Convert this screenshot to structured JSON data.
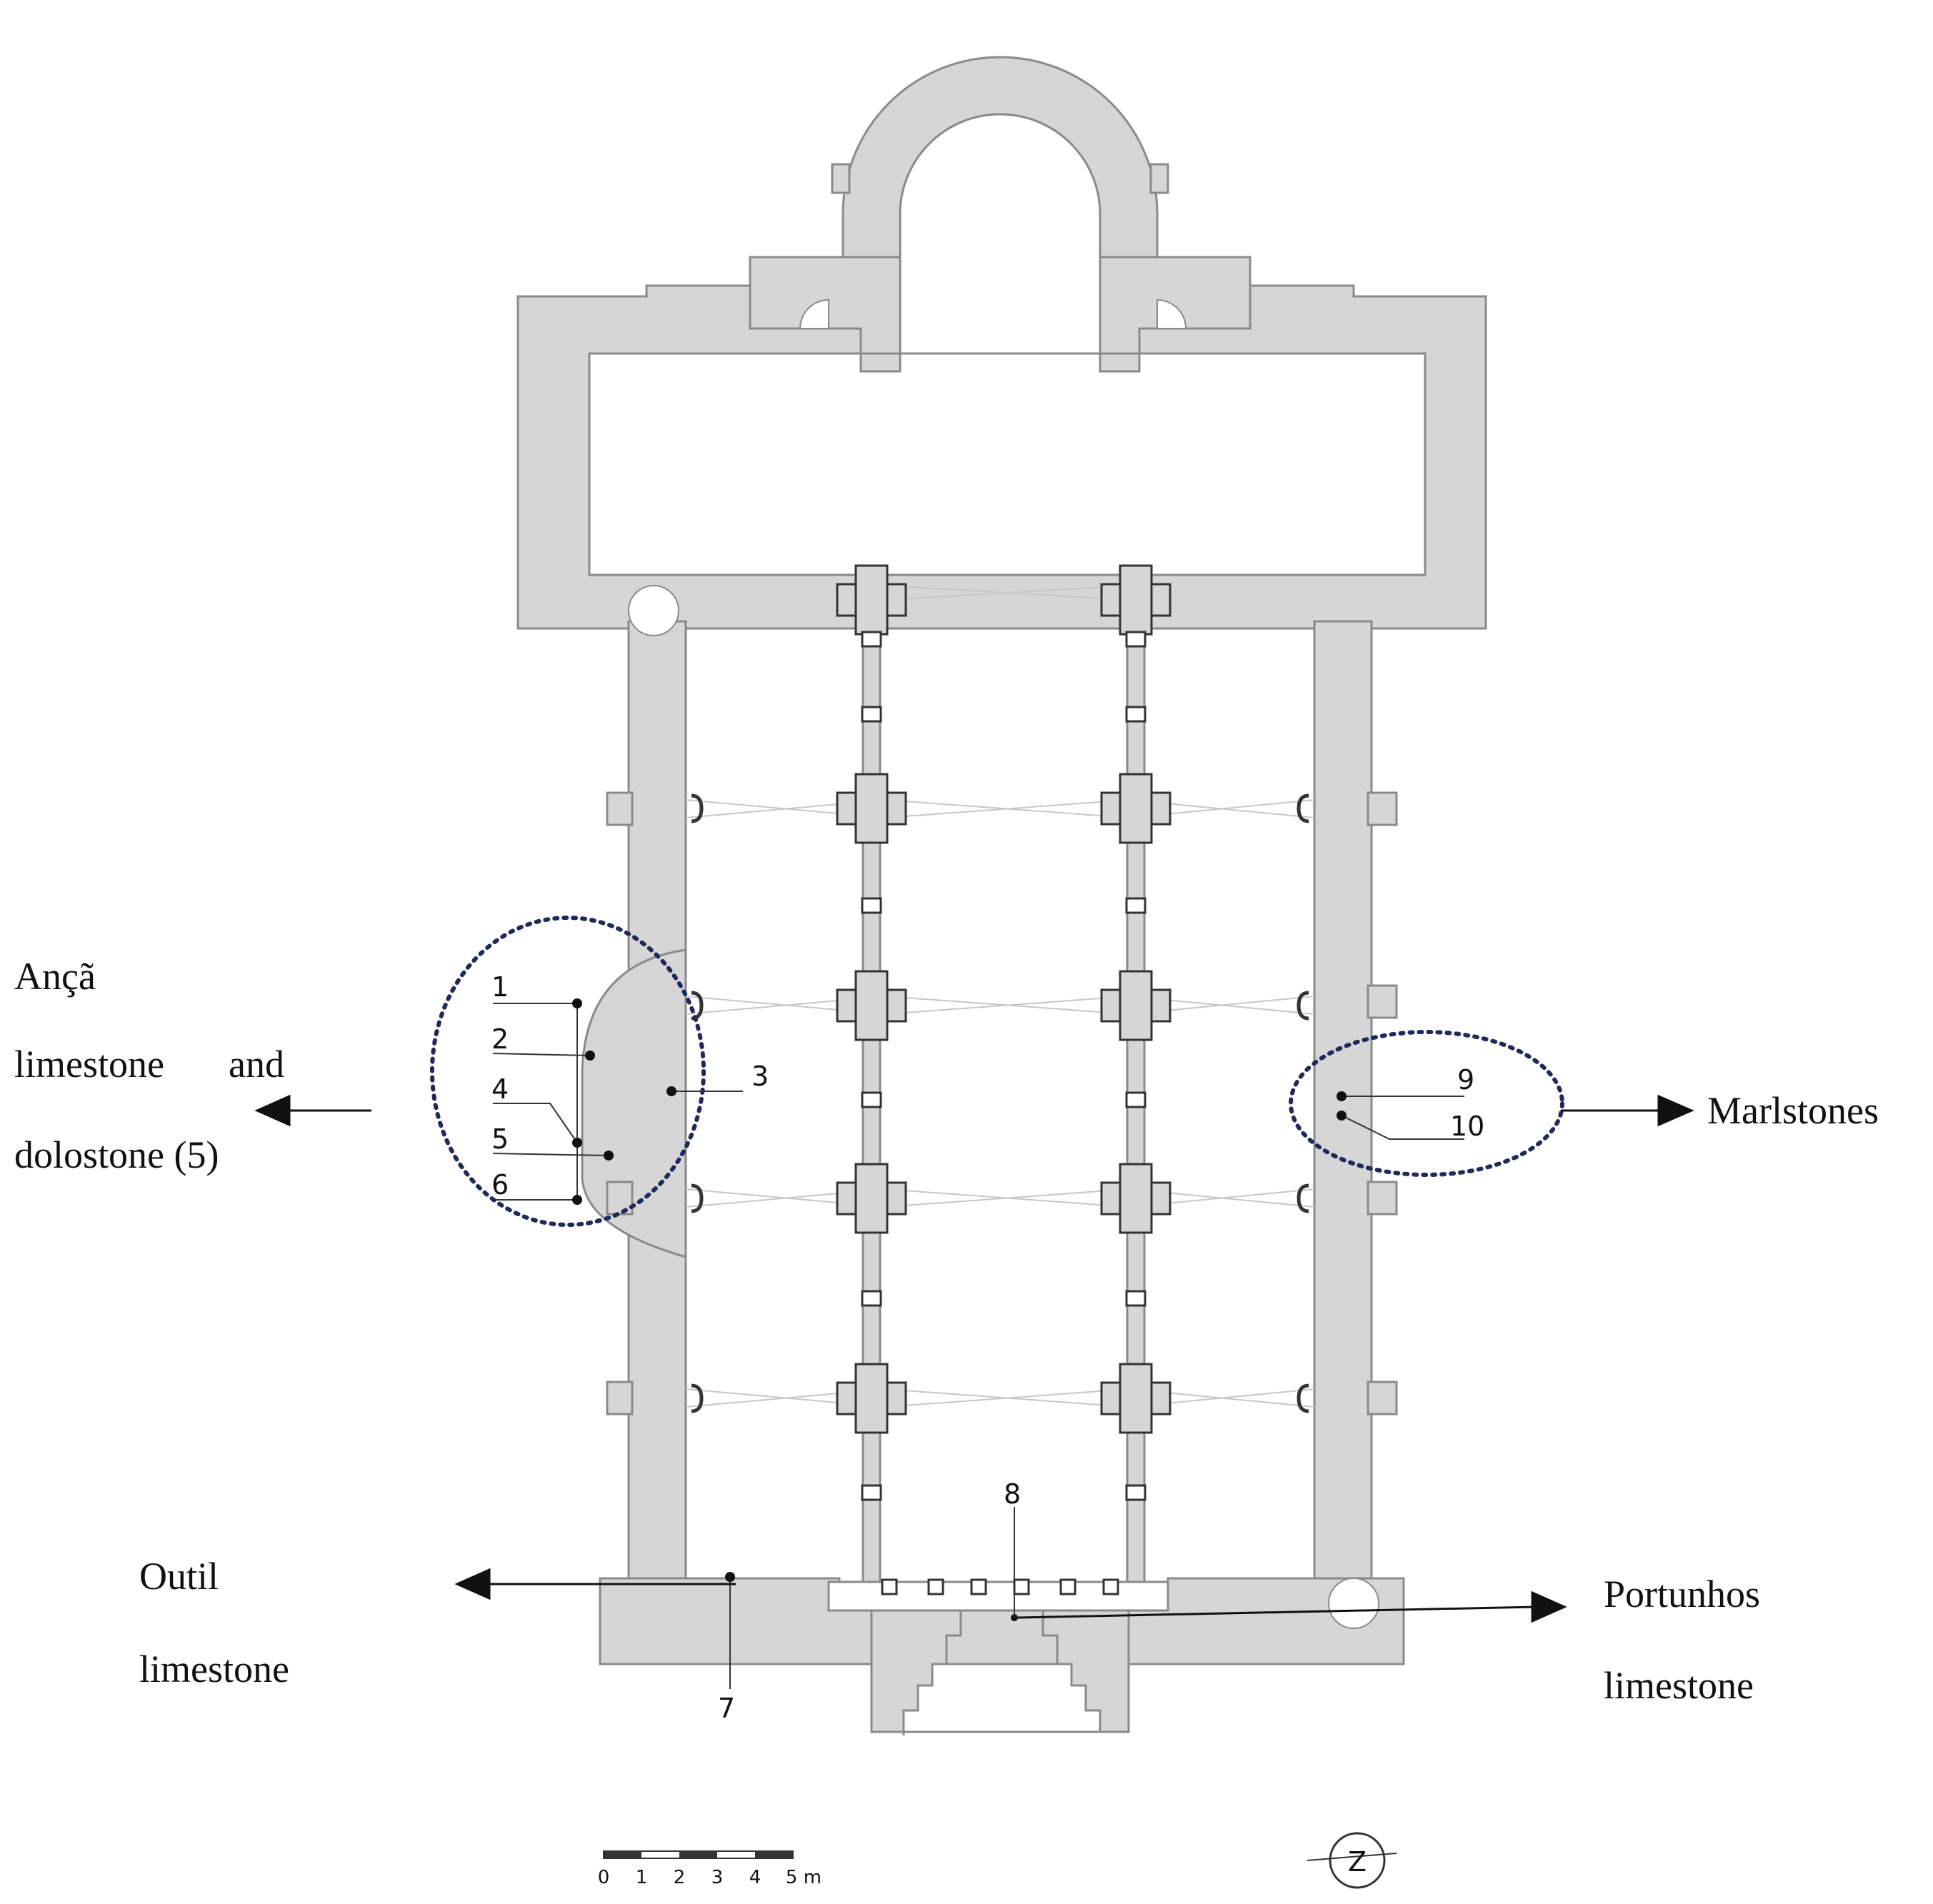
{
  "colors": {
    "wall": "#d6d6d6",
    "wall_edge": "#8a8a8a",
    "ink": "#111111",
    "vault_line": "#bcbcbc",
    "circle_outline": "#1f2a5a"
  },
  "groups": {
    "anca": {
      "line1": "Ançã",
      "line2": "limestone",
      "line2b": "and",
      "line3": "dolostone (5)"
    },
    "marlstones": {
      "line1": "Marlstones"
    },
    "outil": {
      "line1": "Outil",
      "line2": "limestone"
    },
    "portunhos": {
      "line1": "Portunhos",
      "line2": "limestone"
    }
  },
  "samples": {
    "s1": "1",
    "s2": "2",
    "s3": "3",
    "s4": "4",
    "s5": "5",
    "s6": "6",
    "s7": "7",
    "s8": "8",
    "s9": "9",
    "s10": "10"
  },
  "scale_bar": {
    "ticks": [
      "0",
      "1",
      "2",
      "3",
      "4",
      "5 m"
    ]
  },
  "north_arrow": {
    "letter": "Z"
  }
}
